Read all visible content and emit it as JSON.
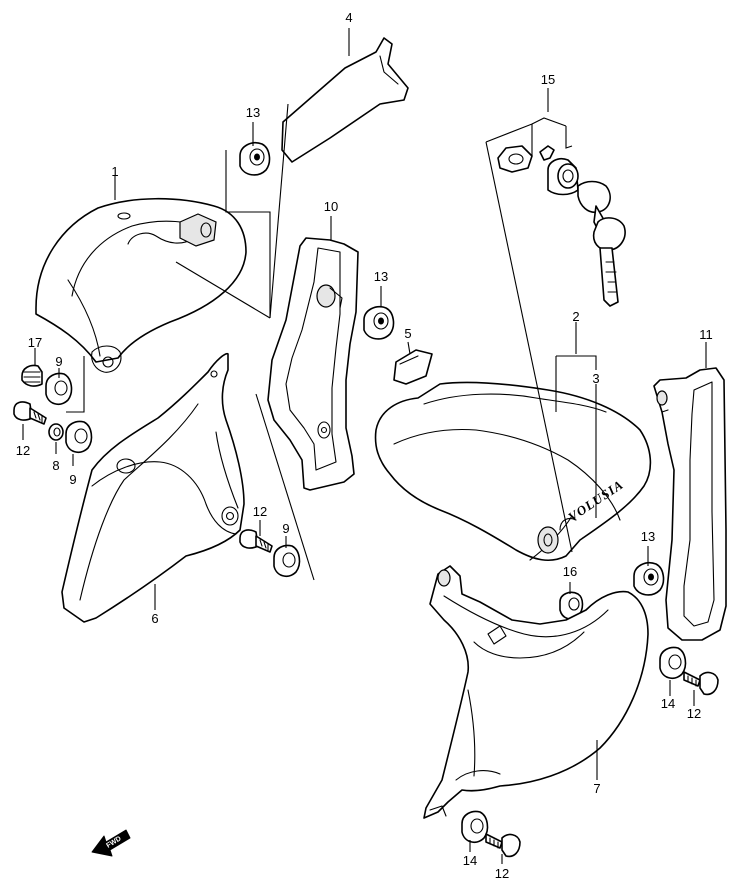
{
  "callouts": {
    "c1": "1",
    "c2": "2",
    "c3": "3",
    "c4": "4",
    "c5": "5",
    "c6": "6",
    "c7": "7",
    "c8": "8",
    "c9a": "9",
    "c9b": "9",
    "c9c": "9",
    "c10": "10",
    "c11": "11",
    "c12a": "12",
    "c12b": "12",
    "c12c": "12",
    "c12d": "12",
    "c13a": "13",
    "c13b": "13",
    "c13c": "13",
    "c14a": "14",
    "c14b": "14",
    "c15": "15",
    "c16": "16",
    "c17": "17"
  },
  "tank_emblem": "VOLUSIA",
  "fwd_label": "FWD"
}
